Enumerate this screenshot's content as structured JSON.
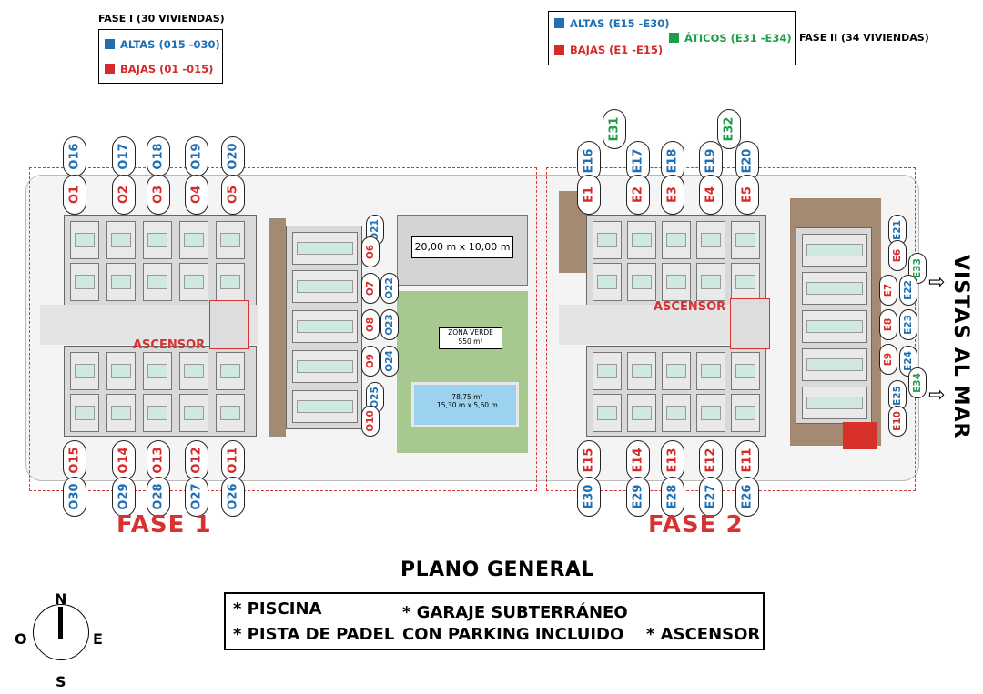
{
  "phase1_legend": {
    "title": "FASE I (30 VIVIENDAS)",
    "items": [
      {
        "label": "ALTAS (015 -030)",
        "color": "#1f6fb4"
      },
      {
        "label": "BAJAS (01 -015)",
        "color": "#d62a2a"
      }
    ]
  },
  "phase2_legend": {
    "title": "FASE II (34 VIVIENDAS)",
    "items": [
      {
        "label": "ALTAS (E15 -E30)",
        "color": "#1f6fb4"
      },
      {
        "label": "BAJAS (E1 -E15)",
        "color": "#d62a2a"
      },
      {
        "label": "ÁTICOS (E31 -E34)",
        "color": "#1e9e4a"
      }
    ]
  },
  "labels": {
    "padel_court": "20,00 m x 10,00 m",
    "green_zone_title": "ZONA VERDE",
    "green_zone_area": "550 m²",
    "pool_area": "78,75 m²",
    "pool_dims": "15,30 m x 5,60 m",
    "ascensor_1": "ASCENSOR",
    "ascensor_2": "ASCENSOR",
    "fase1": "FASE 1",
    "fase2": "FASE 2",
    "sea_view": "VISTAS AL MAR",
    "plan_title": "PLANO GENERAL"
  },
  "amenities": {
    "col1_line1": "* PISCINA",
    "col1_line2": "* PISTA DE PADEL",
    "col2_line1": "* GARAJE SUBTERRÁNEO",
    "col2_line2": "CON PARKING INCLUIDO",
    "col3_line1": "* ASCENSOR"
  },
  "compass": {
    "n": "N",
    "s": "S",
    "e": "E",
    "w": "O"
  },
  "units": {
    "fase1_top_altas": [
      "O16",
      "O17",
      "O18",
      "O19",
      "O20"
    ],
    "fase1_top_bajas": [
      "O1",
      "O2",
      "O3",
      "O4",
      "O5"
    ],
    "fase1_side_altas": [
      "O21",
      "O22",
      "O23",
      "O24",
      "O25"
    ],
    "fase1_side_bajas": [
      "O6",
      "O7",
      "O8",
      "O9",
      "O10"
    ],
    "fase1_bottom_bajas": [
      "O15",
      "O14",
      "O13",
      "O12",
      "O11"
    ],
    "fase1_bottom_altas": [
      "O30",
      "O29",
      "O28",
      "O27",
      "O26"
    ],
    "fase2_top_aticos": [
      "E31",
      "E32"
    ],
    "fase2_top_altas": [
      "E16",
      "E17",
      "E18",
      "E19",
      "E20"
    ],
    "fase2_top_bajas": [
      "E1",
      "E2",
      "E3",
      "E4",
      "E5"
    ],
    "fase2_side_altas": [
      "E21",
      "E22",
      "E23",
      "E24",
      "E25"
    ],
    "fase2_side_bajas": [
      "E6",
      "E7",
      "E8",
      "E9",
      "E10"
    ],
    "fase2_side_aticos": [
      "E33",
      "E34"
    ],
    "fase2_bottom_bajas": [
      "E15",
      "E14",
      "E13",
      "E12",
      "E11"
    ],
    "fase2_bottom_altas": [
      "E30",
      "E29",
      "E28",
      "E27",
      "E26"
    ]
  }
}
